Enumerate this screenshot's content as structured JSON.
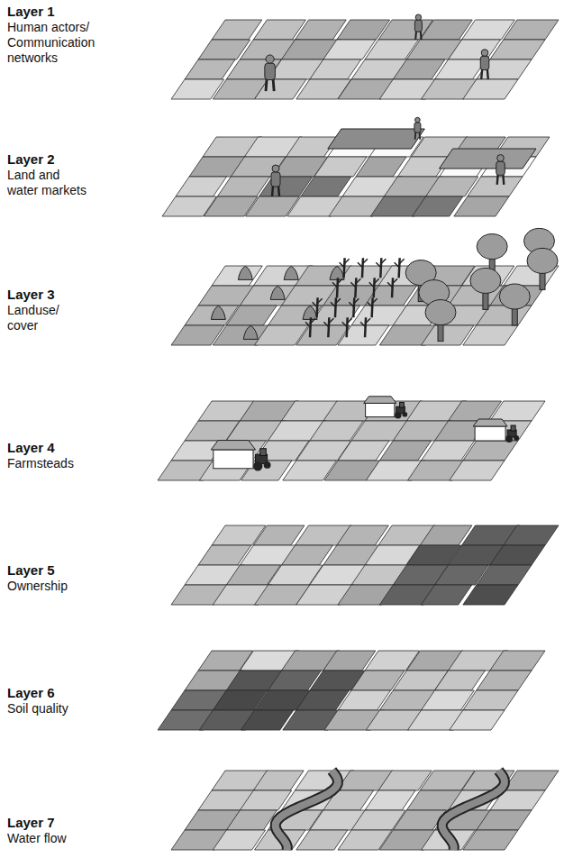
{
  "diagram": {
    "labels": [
      "Layer 1",
      "Human actors/ Communication networks",
      "Layer 2",
      "Land and water markets",
      "Layer 3",
      "Landuse/ cover",
      "Layer 4",
      "Farmsteads",
      "Layer 5",
      "Ownership",
      "Layer 6",
      "Soil quality",
      "Layer 7",
      "Water flow"
    ]
  }
}
